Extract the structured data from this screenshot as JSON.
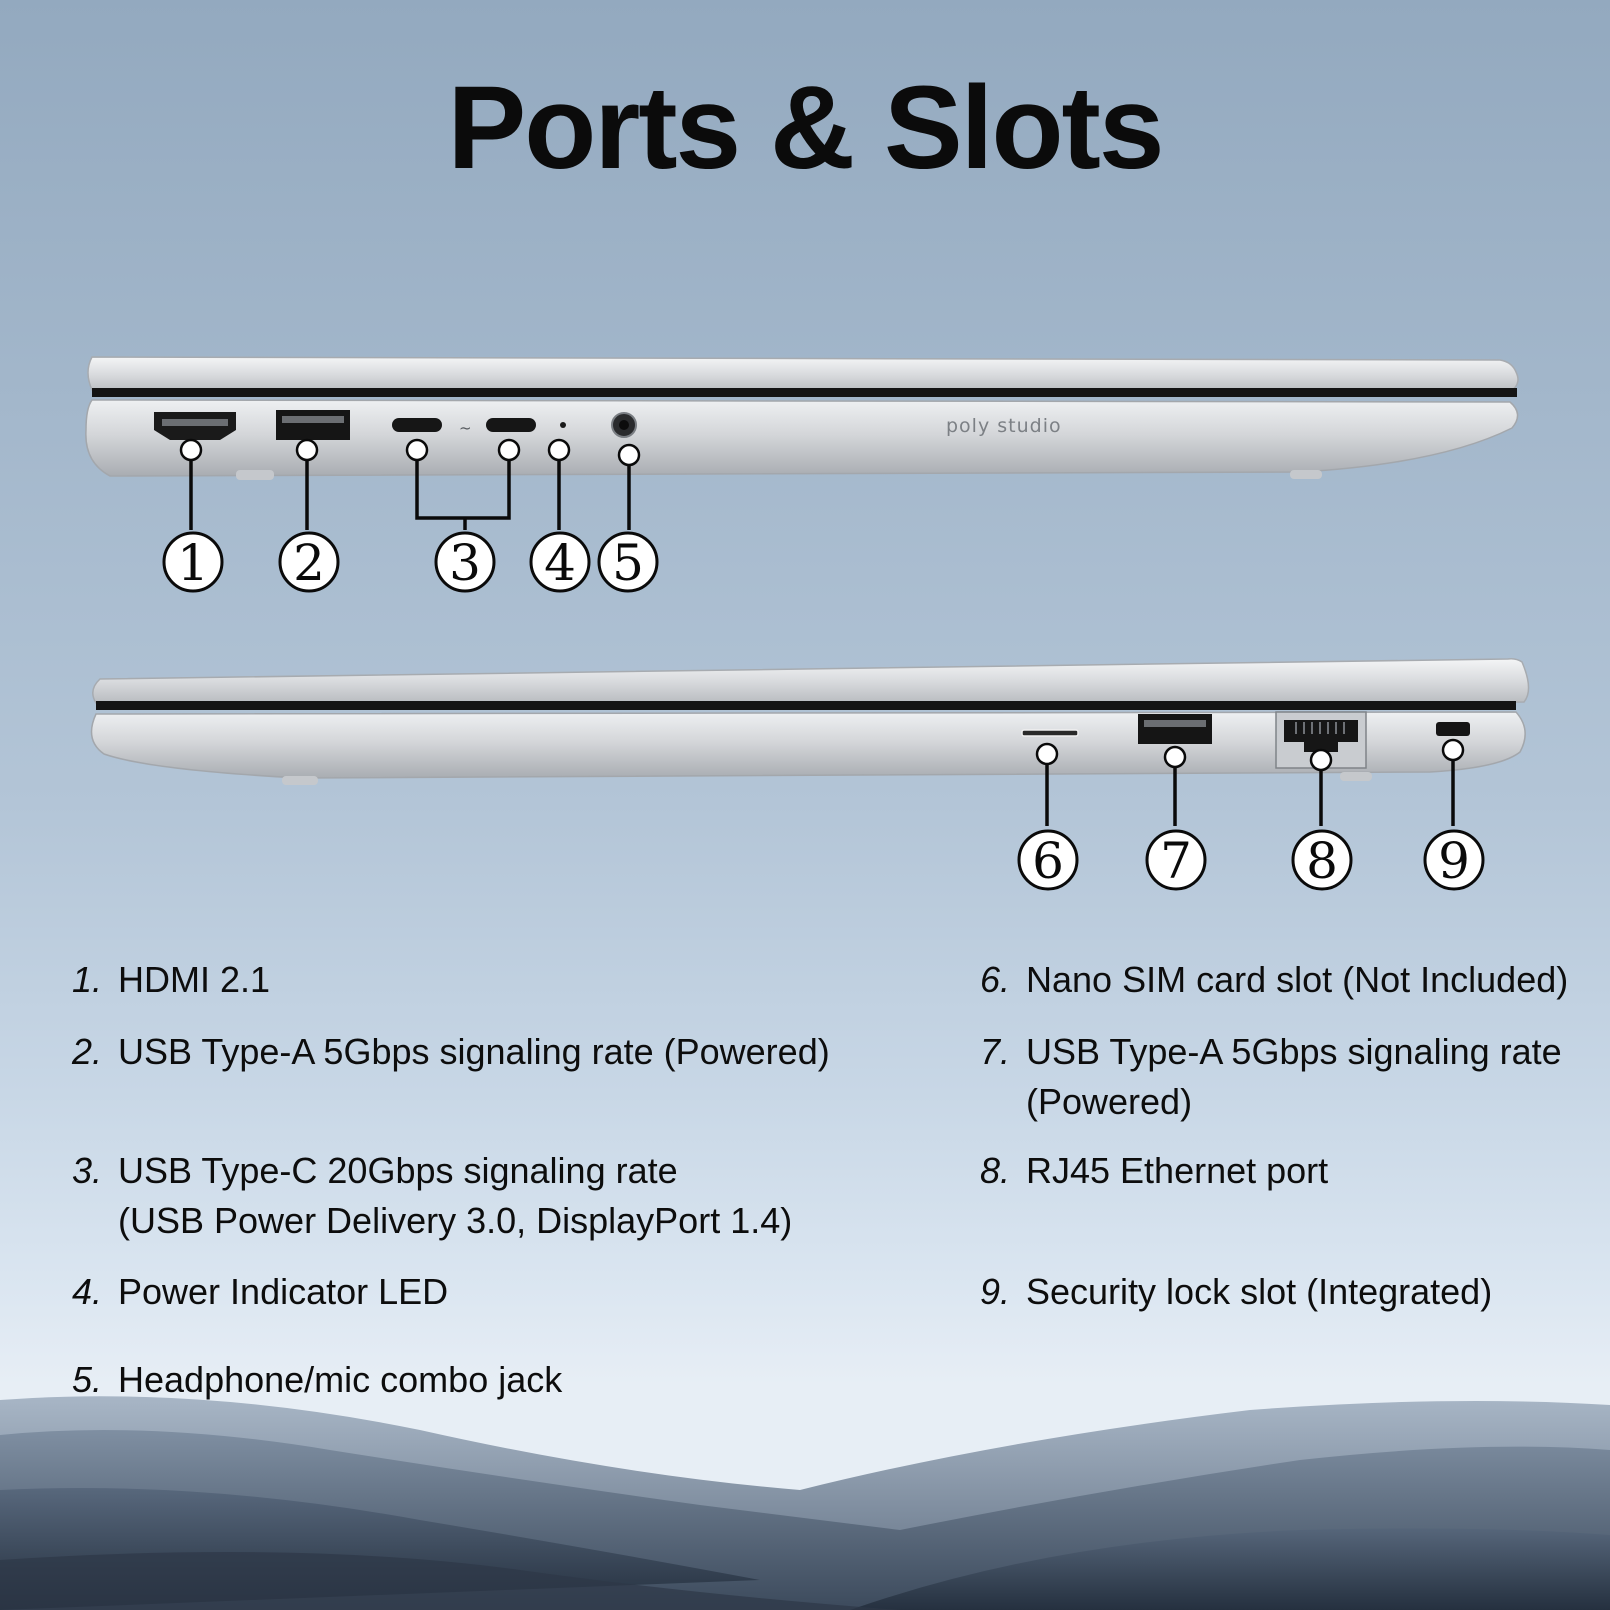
{
  "title": "Ports & Slots",
  "laptop_logo": "poly studio",
  "callouts": [
    "1",
    "2",
    "3",
    "4",
    "5",
    "6",
    "7",
    "8",
    "9"
  ],
  "specs": [
    {
      "num": "1.",
      "lines": [
        "HDMI 2.1"
      ]
    },
    {
      "num": "2.",
      "lines": [
        "USB Type-A 5Gbps signaling rate (Powered)"
      ]
    },
    {
      "num": "3.",
      "lines": [
        "USB Type-C 20Gbps signaling rate",
        "(USB Power Delivery 3.0, DisplayPort 1.4)"
      ]
    },
    {
      "num": "4.",
      "lines": [
        "Power Indicator LED"
      ]
    },
    {
      "num": "5.",
      "lines": [
        "Headphone/mic combo jack"
      ]
    },
    {
      "num": "6.",
      "lines": [
        "Nano SIM card slot (Not Included)"
      ]
    },
    {
      "num": "7.",
      "lines": [
        "USB Type-A 5Gbps signaling rate",
        "(Powered)"
      ]
    },
    {
      "num": "8.",
      "lines": [
        "RJ45 Ethernet port"
      ]
    },
    {
      "num": "9.",
      "lines": [
        "Security lock slot (Integrated)"
      ]
    }
  ],
  "colors": {
    "text": "#0b0b0b",
    "laptop_silver": "#d6d8db",
    "sky_top": "#93a9bf",
    "sky_bottom": "#e7eef5"
  }
}
